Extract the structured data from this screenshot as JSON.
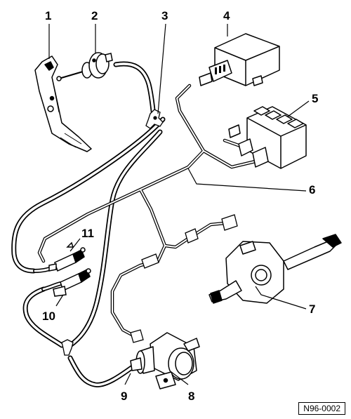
{
  "diagram": {
    "reference_code": "N96-0002",
    "callouts": [
      {
        "id": "c1",
        "label": "1"
      },
      {
        "id": "c2",
        "label": "2"
      },
      {
        "id": "c3",
        "label": "3"
      },
      {
        "id": "c4",
        "label": "4"
      },
      {
        "id": "c5",
        "label": "5"
      },
      {
        "id": "c6",
        "label": "6"
      },
      {
        "id": "c7",
        "label": "7"
      },
      {
        "id": "c8",
        "label": "8"
      },
      {
        "id": "c9",
        "label": "9"
      },
      {
        "id": "c10",
        "label": "10"
      },
      {
        "id": "c11",
        "label": "11"
      }
    ]
  }
}
